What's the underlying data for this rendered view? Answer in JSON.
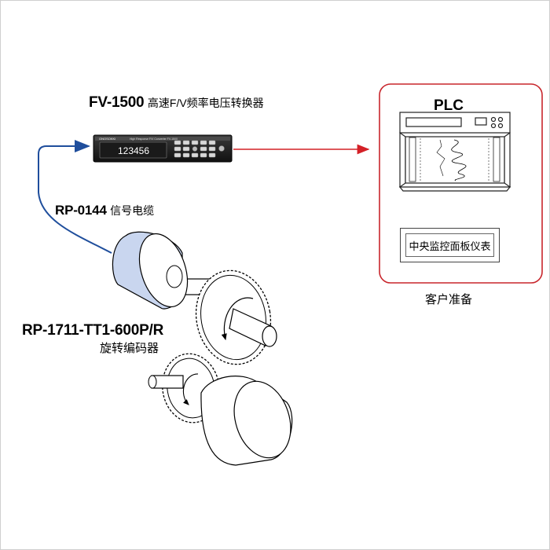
{
  "fv1500": {
    "model": "FV-1500",
    "description": "高速F/V频率电压转换器",
    "display_value": "123456",
    "logo_text": "ONOSOKKI",
    "panel_text": "High Response F/V Converter FV-1500"
  },
  "cable": {
    "model": "RP-0144",
    "description": "信号电缆"
  },
  "encoder": {
    "model": "RP-1711-TT1-600P/R",
    "description": "旋转编码器"
  },
  "plc": {
    "label": "PLC"
  },
  "central_panel": {
    "label": "中央监控面板仪表"
  },
  "customer_box": {
    "label": "客户准备"
  },
  "colors": {
    "signal_cable": "#1f4e9c",
    "output_arrow": "#d42027",
    "customer_border": "#c8262c",
    "encoder_body": "#c9d6ef"
  }
}
